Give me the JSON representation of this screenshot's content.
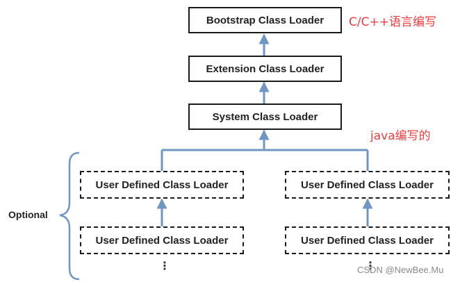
{
  "diagram": {
    "bootstrap": "Bootstrap Class Loader",
    "extension": "Extension Class Loader",
    "system": "System Class Loader",
    "user_left_1": "User Defined Class Loader",
    "user_left_2": "User Defined Class Loader",
    "user_right_1": "User Defined Class Loader",
    "user_right_2": "User Defined Class Loader",
    "optional": "Optional",
    "ellipsis_left": "⋮",
    "ellipsis_right": "⋮"
  },
  "annotations": {
    "native_note": "C/C++语言编写",
    "java_note": "java编写的",
    "note_color": "#f03c3c",
    "line_color": "#6e97c4"
  },
  "watermark": "CSDN @NewBee.Mu"
}
